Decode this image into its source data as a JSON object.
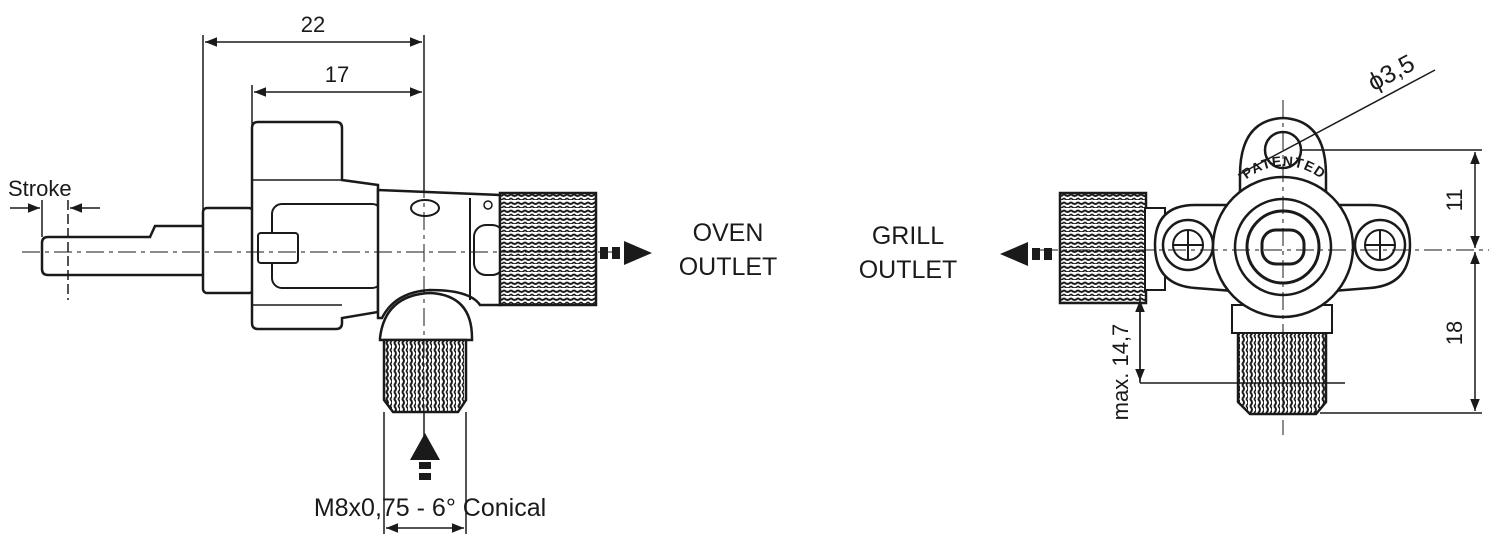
{
  "side_view": {
    "dims": {
      "overall_length": "22",
      "body_length": "17"
    },
    "stroke_label": "Stroke",
    "outlet_label_line1": "OVEN",
    "outlet_label_line2": "OUTLET",
    "inlet_thread_label": "M8x0,75 - 6° Conical"
  },
  "front_view": {
    "hole_diameter": "ϕ3,5",
    "badge_text": "PATENTED",
    "dim_upper": "11",
    "dim_lower": "18",
    "dim_max": "max. 14,7",
    "outlet_label_line1": "GRILL",
    "outlet_label_line2": "OUTLET"
  },
  "colors": {
    "line": "#1a1a1a",
    "fill": "#ffffff"
  }
}
